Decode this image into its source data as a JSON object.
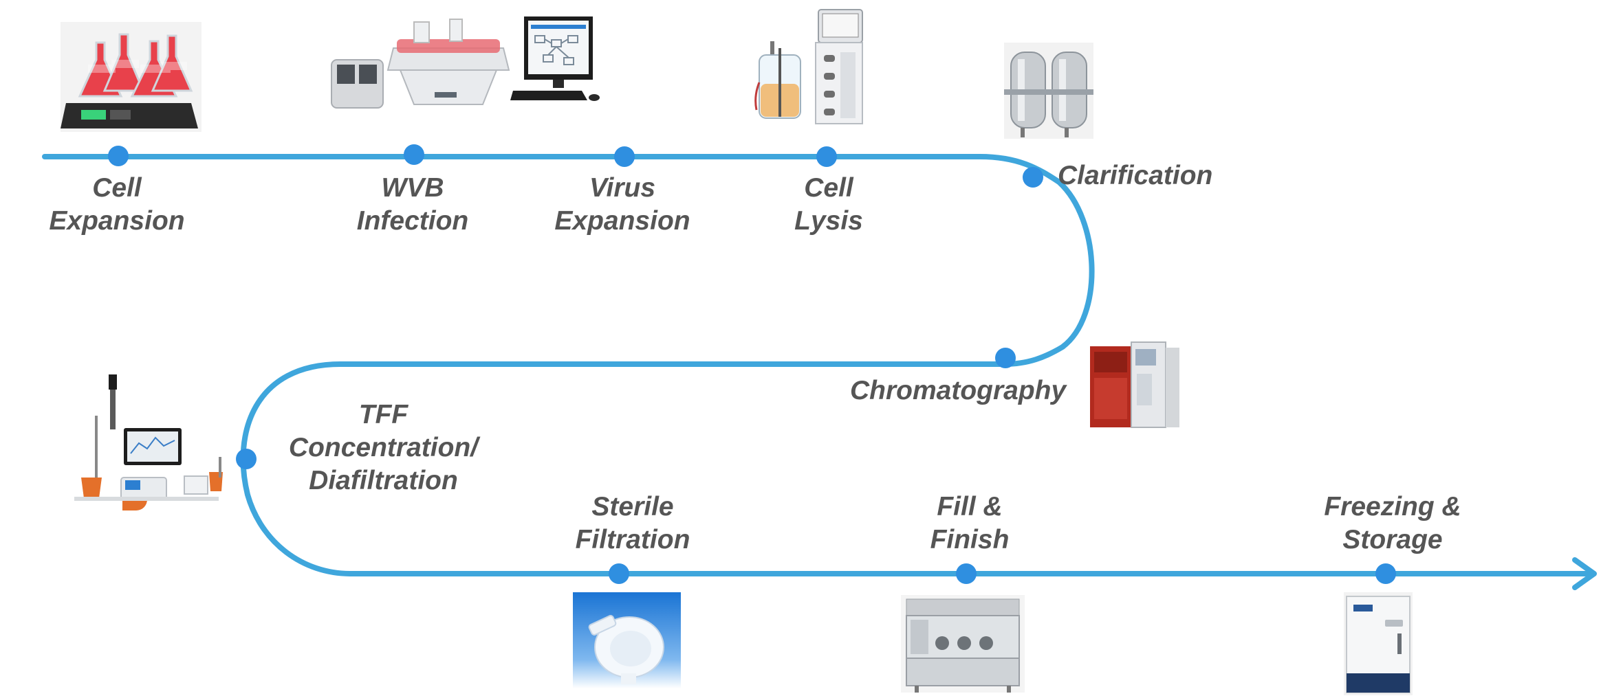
{
  "colors": {
    "line": "#3fa6dc",
    "dot": "#2f8fe0",
    "label": "#555555",
    "flask_liquid": "#e8414b",
    "machine_red": "#b22a1e",
    "freezer_navy": "#1f3a66",
    "filter_blue": "#2b8ae0"
  },
  "stages": [
    {
      "id": "cell-expansion",
      "label": "Cell\nExpansion",
      "equipment_icon": "shaker-flasks-icon"
    },
    {
      "id": "wvb-infection",
      "label": "WVB\nInfection",
      "equipment_icon": "rocking-bioreactor-icon"
    },
    {
      "id": "virus-expansion",
      "label": "Virus\nExpansion",
      "equipment_icon": "control-computer-icon"
    },
    {
      "id": "cell-lysis",
      "label": "Cell\nLysis",
      "equipment_icon": "stirred-bioreactor-icon"
    },
    {
      "id": "clarification",
      "label": "Clarification",
      "equipment_icon": "filter-housings-icon"
    },
    {
      "id": "chromatography",
      "label": "Chromatography",
      "equipment_icon": "chromatography-system-icon"
    },
    {
      "id": "tff",
      "label": "TFF\nConcentration/\nDiafiltration",
      "equipment_icon": "tff-system-icon"
    },
    {
      "id": "sterile-filtration",
      "label": "Sterile\nFiltration",
      "equipment_icon": "syringe-filter-icon"
    },
    {
      "id": "fill-finish",
      "label": "Fill &\nFinish",
      "equipment_icon": "isolator-icon"
    },
    {
      "id": "freezing-storage",
      "label": "Freezing &\nStorage",
      "equipment_icon": "ultra-low-freezer-icon"
    }
  ]
}
